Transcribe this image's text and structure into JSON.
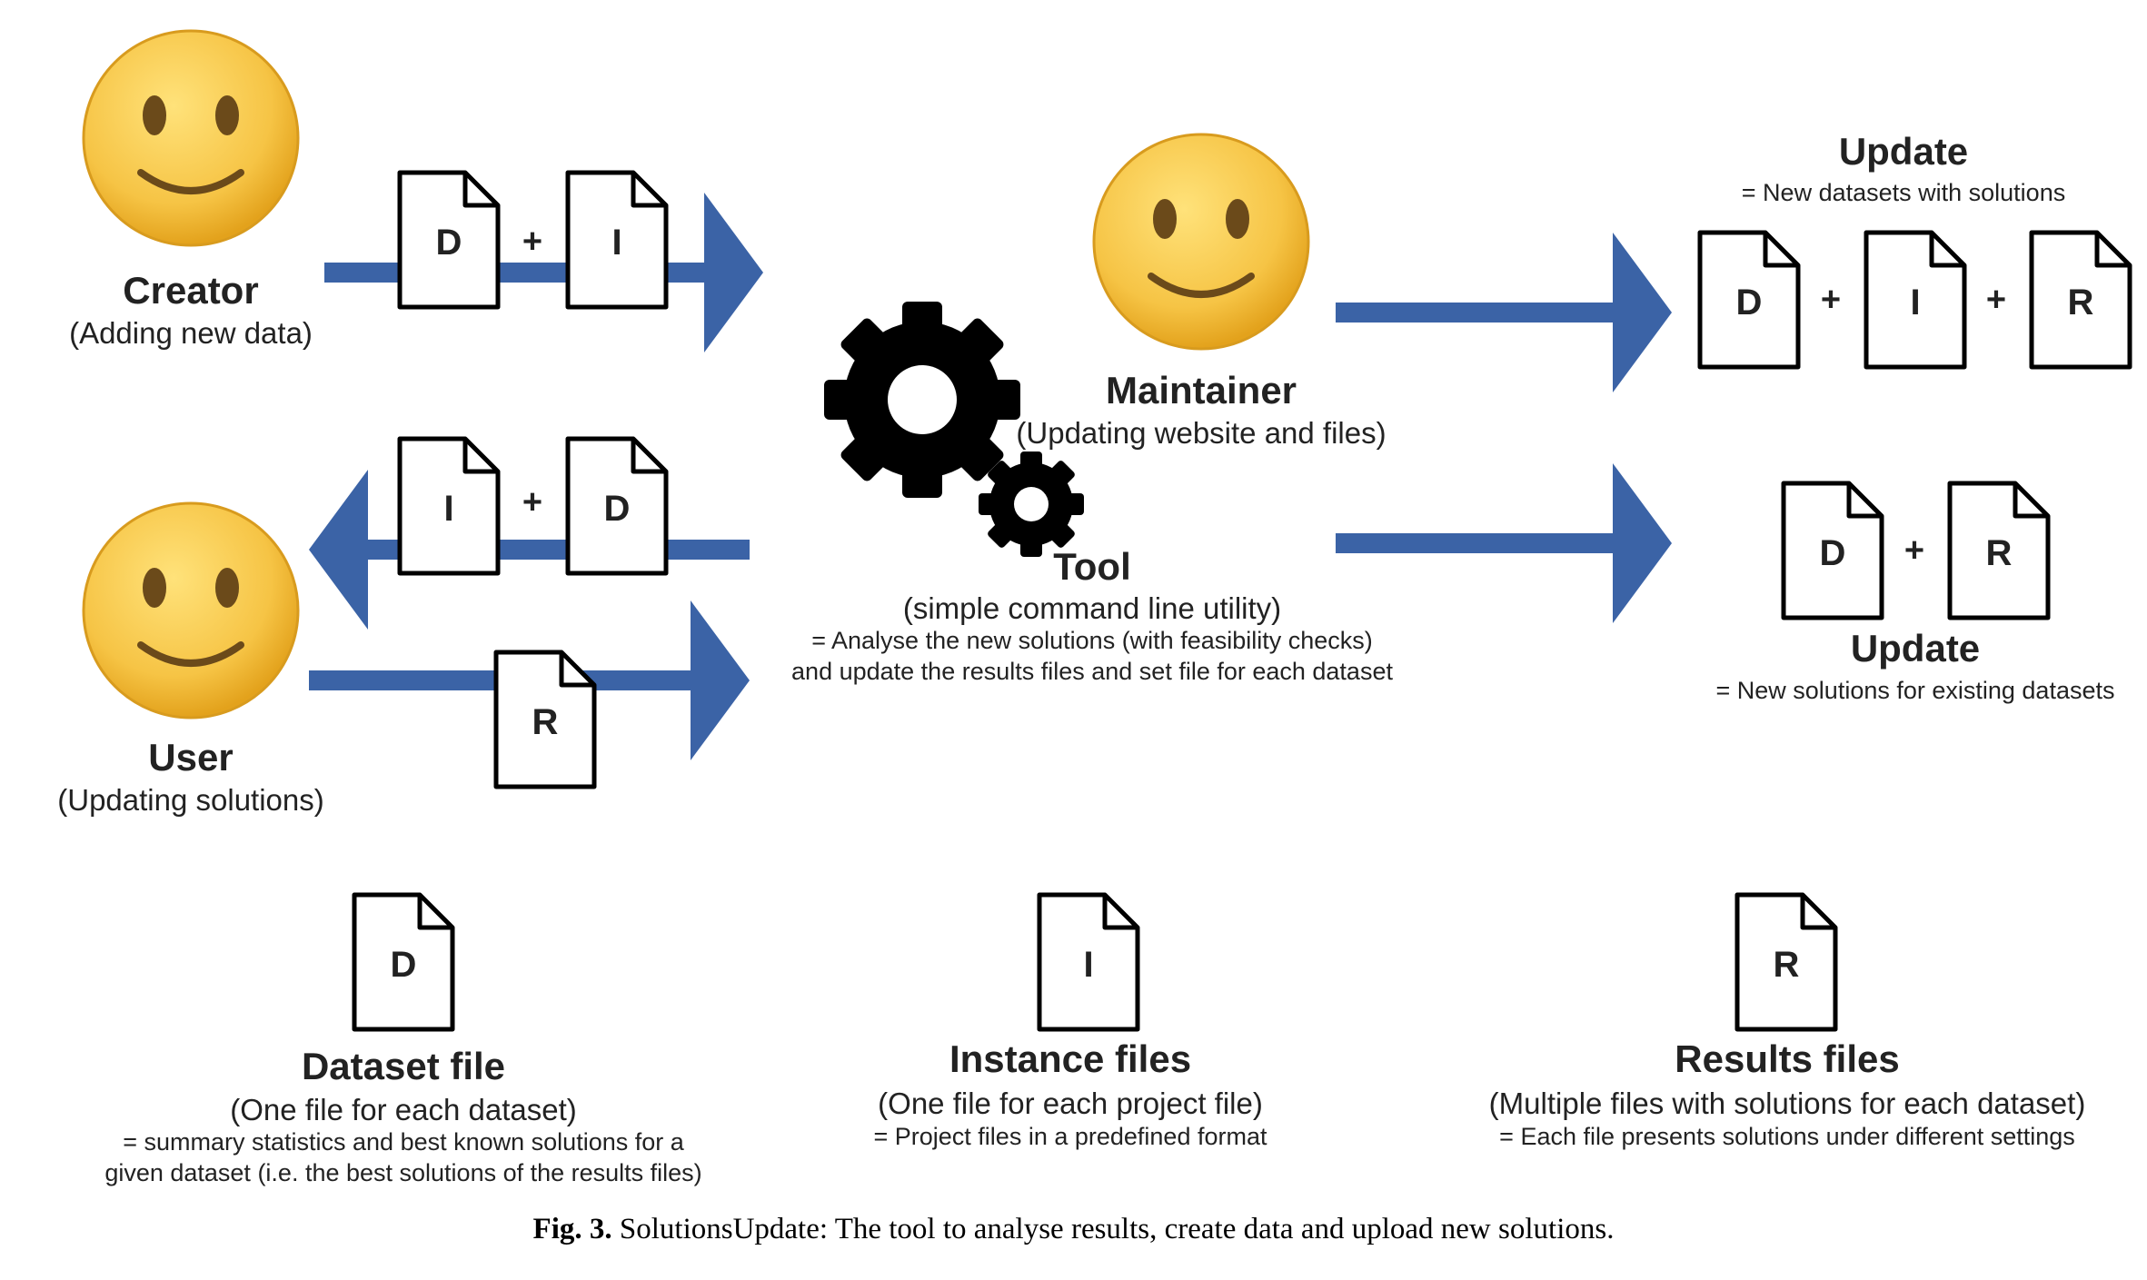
{
  "colors": {
    "arrow": "#3b63a6",
    "face": "#f6c445",
    "face_edge": "#d89b1e",
    "gear": "#000000",
    "doc_stroke": "#000000"
  },
  "doc_letters": {
    "dataset": "D",
    "instance": "I",
    "results": "R",
    "plus": "+"
  },
  "creator": {
    "title": "Creator",
    "subtitle": "(Adding new data)"
  },
  "user": {
    "title": "User",
    "subtitle": "(Updating solutions)"
  },
  "maintainer": {
    "title": "Maintainer",
    "subtitle": "(Updating website and files)"
  },
  "tool": {
    "title": "Tool",
    "subtitle": "(simple command line utility)",
    "desc1": "= Analyse the new solutions (with feasibility checks)",
    "desc2": "and update the results files and set file for each dataset"
  },
  "update_top": {
    "title": "Update",
    "desc": "= New datasets with solutions"
  },
  "update_bottom": {
    "title": "Update",
    "desc": "= New solutions for existing datasets"
  },
  "legend": {
    "dataset": {
      "title": "Dataset file",
      "subtitle": "(One file for each dataset)",
      "desc1": "= summary statistics and best known solutions for a",
      "desc2": "given dataset (i.e. the best solutions of the results files)"
    },
    "instance": {
      "title": "Instance files",
      "subtitle": "(One file for each project file)",
      "desc1": "= Project files in a predefined format"
    },
    "results": {
      "title": "Results files",
      "subtitle": "(Multiple files with solutions for each dataset)",
      "desc1": "= Each file presents solutions under different settings"
    }
  },
  "caption": {
    "label": "Fig. 3.",
    "text": "SolutionsUpdate: The tool to analyse results, create data and upload new solutions."
  }
}
